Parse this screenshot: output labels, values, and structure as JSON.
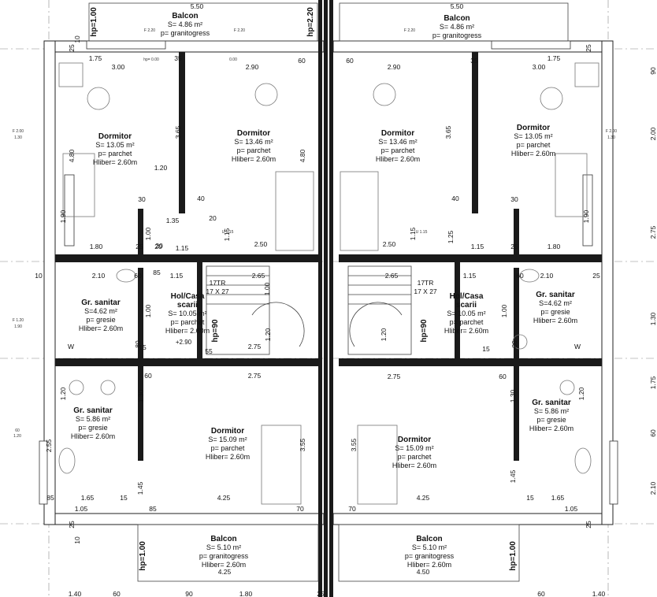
{
  "rooms": [
    {
      "name": "Balcon",
      "area": "S= 4.86 m²",
      "floor": "p= granitogress",
      "hliber": ""
    },
    {
      "name": "Balcon",
      "area": "S= 4.86 m²",
      "floor": "p= granitogress",
      "hliber": ""
    },
    {
      "name": "Dormitor",
      "area": "S= 13.05 m²",
      "floor": "p= parchet",
      "hliber": "Hliber= 2.60m"
    },
    {
      "name": "Dormitor",
      "area": "S= 13.46 m²",
      "floor": "p= parchet",
      "hliber": "Hliber= 2.60m"
    },
    {
      "name": "Dormitor",
      "area": "S= 13.46 m²",
      "floor": "p= parchet",
      "hliber": "Hliber= 2.60m"
    },
    {
      "name": "Dormitor",
      "area": "S= 13.05 m²",
      "floor": "p= parchet",
      "hliber": "Hliber= 2.60m"
    },
    {
      "name": "Gr. sanitar",
      "area": "S=4.62 m²",
      "floor": "p= gresie",
      "hliber": "Hliber= 2.60m"
    },
    {
      "name": "Hol/Casa",
      "name2": "scarii",
      "area": "S= 10.05 m²",
      "floor": "p= parchet",
      "hliber": "Hliber= 2.60m"
    },
    {
      "name": "Hol/Casa",
      "name2": "scarii",
      "area": "S= 10.05 m²",
      "floor": "p= parchet",
      "hliber": "Hliber= 2.60m"
    },
    {
      "name": "Gr. sanitar",
      "area": "S=4.62 m²",
      "floor": "p= gresie",
      "hliber": "Hliber= 2.60m"
    },
    {
      "name": "Gr. sanitar",
      "area": "S= 5.86 m²",
      "floor": "p= gresie",
      "hliber": "Hliber= 2.60m"
    },
    {
      "name": "Dormitor",
      "area": "S= 15.09 m²",
      "floor": "p= parchet",
      "hliber": "Hliber= 2.60m"
    },
    {
      "name": "Dormitor",
      "area": "S= 15.09 m²",
      "floor": "p= parchet",
      "hliber": "Hliber= 2.60m"
    },
    {
      "name": "Gr. sanitar",
      "area": "S= 5.86 m²",
      "floor": "p= gresie",
      "hliber": "Hliber= 2.60m"
    },
    {
      "name": "Balcon",
      "area": "S= 5.10 m²",
      "floor": "p= granitogress",
      "hliber": "Hliber= 2.60m"
    },
    {
      "name": "Balcon",
      "area": "S= 5.10 m²",
      "floor": "p= granitogress",
      "hliber": "Hliber= 2.60m"
    }
  ],
  "dims": [
    "5.50",
    "5.50",
    "1.75",
    "3.00",
    "35",
    "2.90",
    "60",
    "60",
    "2.90",
    "35",
    "1.75",
    "3.00",
    "1.20",
    "1.35",
    "1.80",
    "25",
    "20",
    "1.15",
    "2.50",
    "2.50",
    "1.15",
    "1.80",
    "25",
    "2.10",
    "60",
    "85",
    "1.15",
    "2.65",
    "2.65",
    "1.15",
    "60",
    "2.10",
    "25",
    "10",
    "2.75",
    "2.75",
    "2.75",
    "60",
    "60",
    "1.65",
    "15",
    "4.25",
    "4.25",
    "15",
    "1.65",
    "85",
    "1.05",
    "70",
    "70",
    "1.05",
    "85",
    "4.25",
    "4.50",
    "3.65",
    "4.80",
    "4.80",
    "3.65",
    "1.90",
    "1.90",
    "1.30",
    "1.30",
    "1.20",
    "1.20",
    "3.55",
    "3.55",
    "1.45",
    "1.45",
    "2.55",
    "90",
    "2.00",
    "2.75",
    "1.30",
    "1.75",
    "60",
    "2.10",
    "1.40",
    "60",
    "1.80",
    "25",
    "90",
    "1.40",
    "60",
    "17TR",
    "17 X 27",
    "17TR",
    "17 X 27",
    "1.20",
    "1.20",
    "1.00",
    "1.00",
    "40",
    "40",
    "30",
    "30",
    "20",
    "20",
    "1.15",
    "1.15",
    "1.25",
    "55",
    "15",
    "15",
    "80",
    "80",
    "1.00",
    "1.00",
    "10",
    "10",
    "25",
    "25",
    "25",
    "25",
    "+2.90"
  ],
  "hp": [
    "hp=1.00",
    "hp=2.20",
    "hp=1.00",
    "hp=90",
    "hp=90",
    "hp=1.00"
  ],
  "tiny": [
    "hp= 0.00",
    "0.00",
    "F 2.20",
    "F 2.20",
    "F 2.20",
    "F 2.00",
    "1.30",
    "F 2.00",
    "1.30",
    "F 1.20",
    "1.90",
    "U 1.15",
    "U 1.15",
    "W",
    "W",
    "60",
    "1.20"
  ]
}
